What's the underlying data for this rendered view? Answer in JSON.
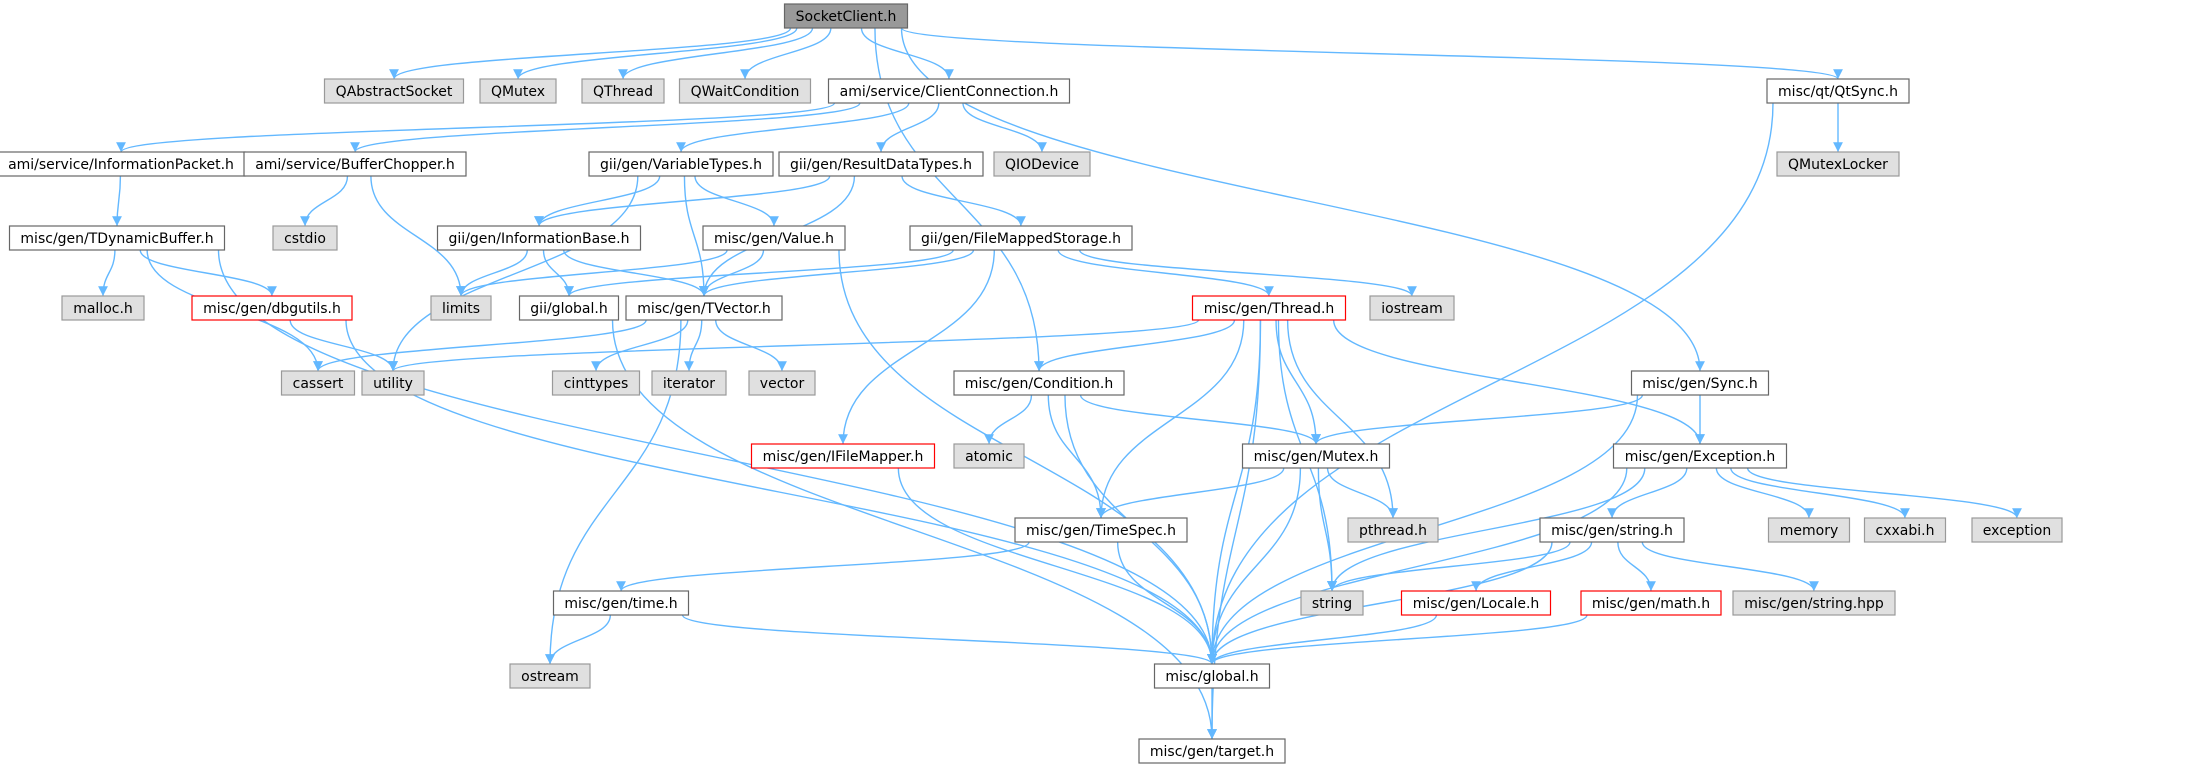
{
  "diagram": {
    "colors": {
      "edge": "#63b8ff",
      "root_fill": "#999999",
      "header_fill": "#ffffff",
      "system_fill": "#e0e0e0",
      "truncated_border": "#ff0000",
      "node_border": "#666666",
      "system_border": "#999999"
    },
    "nodes": {
      "socketclient": {
        "label": "SocketClient.h",
        "kind": "root"
      },
      "qabstractsocket": {
        "label": "QAbstractSocket",
        "kind": "system"
      },
      "qmutex": {
        "label": "QMutex",
        "kind": "system"
      },
      "qthread": {
        "label": "QThread",
        "kind": "system"
      },
      "qwaitcondition": {
        "label": "QWaitCondition",
        "kind": "system"
      },
      "clientconnection": {
        "label": "ami/service/ClientConnection.h",
        "kind": "header"
      },
      "qtsync": {
        "label": "misc/qt/QtSync.h",
        "kind": "header"
      },
      "qmutexlocker": {
        "label": "QMutexLocker",
        "kind": "system"
      },
      "informationpacket": {
        "label": "ami/service/InformationPacket.h",
        "kind": "header"
      },
      "bufferchopper": {
        "label": "ami/service/BufferChopper.h",
        "kind": "header"
      },
      "variabletypes": {
        "label": "gii/gen/VariableTypes.h",
        "kind": "header"
      },
      "resultdatatypes": {
        "label": "gii/gen/ResultDataTypes.h",
        "kind": "header"
      },
      "qiodevice": {
        "label": "QIODevice",
        "kind": "system"
      },
      "tdynamicbuffer": {
        "label": "misc/gen/TDynamicBuffer.h",
        "kind": "header"
      },
      "cstdio": {
        "label": "cstdio",
        "kind": "system"
      },
      "informationbase": {
        "label": "gii/gen/InformationBase.h",
        "kind": "header"
      },
      "value": {
        "label": "misc/gen/Value.h",
        "kind": "header"
      },
      "filemappedstorage": {
        "label": "gii/gen/FileMappedStorage.h",
        "kind": "header"
      },
      "malloc": {
        "label": "malloc.h",
        "kind": "system"
      },
      "dbgutils": {
        "label": "misc/gen/dbgutils.h",
        "kind": "truncated"
      },
      "limits": {
        "label": "limits",
        "kind": "system"
      },
      "giiglobal": {
        "label": "gii/global.h",
        "kind": "header"
      },
      "tvector": {
        "label": "misc/gen/TVector.h",
        "kind": "header"
      },
      "thread": {
        "label": "misc/gen/Thread.h",
        "kind": "truncated"
      },
      "iostream": {
        "label": "iostream",
        "kind": "system"
      },
      "cassert": {
        "label": "cassert",
        "kind": "system"
      },
      "utility": {
        "label": "utility",
        "kind": "system"
      },
      "cinttypes": {
        "label": "cinttypes",
        "kind": "system"
      },
      "iterator": {
        "label": "iterator",
        "kind": "system"
      },
      "vector": {
        "label": "vector",
        "kind": "system"
      },
      "condition": {
        "label": "misc/gen/Condition.h",
        "kind": "header"
      },
      "sync": {
        "label": "misc/gen/Sync.h",
        "kind": "header"
      },
      "atomic": {
        "label": "atomic",
        "kind": "system"
      },
      "ifilemapper": {
        "label": "misc/gen/IFileMapper.h",
        "kind": "truncated"
      },
      "mutex": {
        "label": "misc/gen/Mutex.h",
        "kind": "header"
      },
      "exception_h": {
        "label": "misc/gen/Exception.h",
        "kind": "header"
      },
      "timespec": {
        "label": "misc/gen/TimeSpec.h",
        "kind": "header"
      },
      "pthread": {
        "label": "pthread.h",
        "kind": "system"
      },
      "string_h": {
        "label": "misc/gen/string.h",
        "kind": "header"
      },
      "memory": {
        "label": "memory",
        "kind": "system"
      },
      "cxxabi": {
        "label": "cxxabi.h",
        "kind": "system"
      },
      "exception": {
        "label": "exception",
        "kind": "system"
      },
      "time_h": {
        "label": "misc/gen/time.h",
        "kind": "header"
      },
      "string": {
        "label": "string",
        "kind": "system"
      },
      "locale": {
        "label": "misc/gen/Locale.h",
        "kind": "truncated"
      },
      "math": {
        "label": "misc/gen/math.h",
        "kind": "truncated"
      },
      "stringhpp": {
        "label": "misc/gen/string.hpp",
        "kind": "system"
      },
      "ostream": {
        "label": "ostream",
        "kind": "system"
      },
      "miscglobal": {
        "label": "misc/global.h",
        "kind": "header"
      },
      "target": {
        "label": "misc/gen/target.h",
        "kind": "header"
      }
    },
    "edges": [
      [
        "socketclient",
        "qabstractsocket"
      ],
      [
        "socketclient",
        "qmutex"
      ],
      [
        "socketclient",
        "qthread"
      ],
      [
        "socketclient",
        "qwaitcondition"
      ],
      [
        "socketclient",
        "clientconnection"
      ],
      [
        "socketclient",
        "condition"
      ],
      [
        "socketclient",
        "sync"
      ],
      [
        "socketclient",
        "qtsync"
      ],
      [
        "clientconnection",
        "informationpacket"
      ],
      [
        "clientconnection",
        "bufferchopper"
      ],
      [
        "clientconnection",
        "variabletypes"
      ],
      [
        "clientconnection",
        "resultdatatypes"
      ],
      [
        "clientconnection",
        "qiodevice"
      ],
      [
        "qtsync",
        "qmutexlocker"
      ],
      [
        "qtsync",
        "miscglobal"
      ],
      [
        "informationpacket",
        "tdynamicbuffer"
      ],
      [
        "bufferchopper",
        "cstdio"
      ],
      [
        "bufferchopper",
        "limits"
      ],
      [
        "variabletypes",
        "informationbase"
      ],
      [
        "variabletypes",
        "value"
      ],
      [
        "variabletypes",
        "tvector"
      ],
      [
        "variabletypes",
        "utility"
      ],
      [
        "resultdatatypes",
        "informationbase"
      ],
      [
        "resultdatatypes",
        "filemappedstorage"
      ],
      [
        "resultdatatypes",
        "tvector"
      ],
      [
        "tdynamicbuffer",
        "malloc"
      ],
      [
        "tdynamicbuffer",
        "dbgutils"
      ],
      [
        "tdynamicbuffer",
        "cassert"
      ],
      [
        "tdynamicbuffer",
        "miscglobal"
      ],
      [
        "informationbase",
        "limits"
      ],
      [
        "informationbase",
        "giiglobal"
      ],
      [
        "informationbase",
        "tvector"
      ],
      [
        "value",
        "limits"
      ],
      [
        "value",
        "tvector"
      ],
      [
        "value",
        "miscglobal"
      ],
      [
        "filemappedstorage",
        "giiglobal"
      ],
      [
        "filemappedstorage",
        "tvector"
      ],
      [
        "filemappedstorage",
        "thread"
      ],
      [
        "filemappedstorage",
        "iostream"
      ],
      [
        "filemappedstorage",
        "ifilemapper"
      ],
      [
        "dbgutils",
        "utility"
      ],
      [
        "dbgutils",
        "miscglobal"
      ],
      [
        "giiglobal",
        "target"
      ],
      [
        "tvector",
        "cassert"
      ],
      [
        "tvector",
        "cinttypes"
      ],
      [
        "tvector",
        "iterator"
      ],
      [
        "tvector",
        "vector"
      ],
      [
        "tvector",
        "ostream"
      ],
      [
        "thread",
        "utility"
      ],
      [
        "thread",
        "condition"
      ],
      [
        "thread",
        "mutex"
      ],
      [
        "thread",
        "exception_h"
      ],
      [
        "thread",
        "timespec"
      ],
      [
        "thread",
        "pthread"
      ],
      [
        "thread",
        "string"
      ],
      [
        "thread",
        "miscglobal"
      ],
      [
        "thread",
        "target"
      ],
      [
        "condition",
        "atomic"
      ],
      [
        "condition",
        "mutex"
      ],
      [
        "condition",
        "timespec"
      ],
      [
        "condition",
        "miscglobal"
      ],
      [
        "sync",
        "mutex"
      ],
      [
        "sync",
        "exception_h"
      ],
      [
        "sync",
        "miscglobal"
      ],
      [
        "ifilemapper",
        "miscglobal"
      ],
      [
        "mutex",
        "timespec"
      ],
      [
        "mutex",
        "pthread"
      ],
      [
        "mutex",
        "string"
      ],
      [
        "mutex",
        "miscglobal"
      ],
      [
        "exception_h",
        "string_h"
      ],
      [
        "exception_h",
        "memory"
      ],
      [
        "exception_h",
        "cxxabi"
      ],
      [
        "exception_h",
        "exception"
      ],
      [
        "exception_h",
        "string"
      ],
      [
        "exception_h",
        "miscglobal"
      ],
      [
        "timespec",
        "time_h"
      ],
      [
        "timespec",
        "miscglobal"
      ],
      [
        "string_h",
        "string"
      ],
      [
        "string_h",
        "locale"
      ],
      [
        "string_h",
        "math"
      ],
      [
        "string_h",
        "stringhpp"
      ],
      [
        "string_h",
        "miscglobal"
      ],
      [
        "time_h",
        "ostream"
      ],
      [
        "time_h",
        "miscglobal"
      ],
      [
        "locale",
        "miscglobal"
      ],
      [
        "math",
        "miscglobal"
      ],
      [
        "miscglobal",
        "target"
      ]
    ]
  }
}
